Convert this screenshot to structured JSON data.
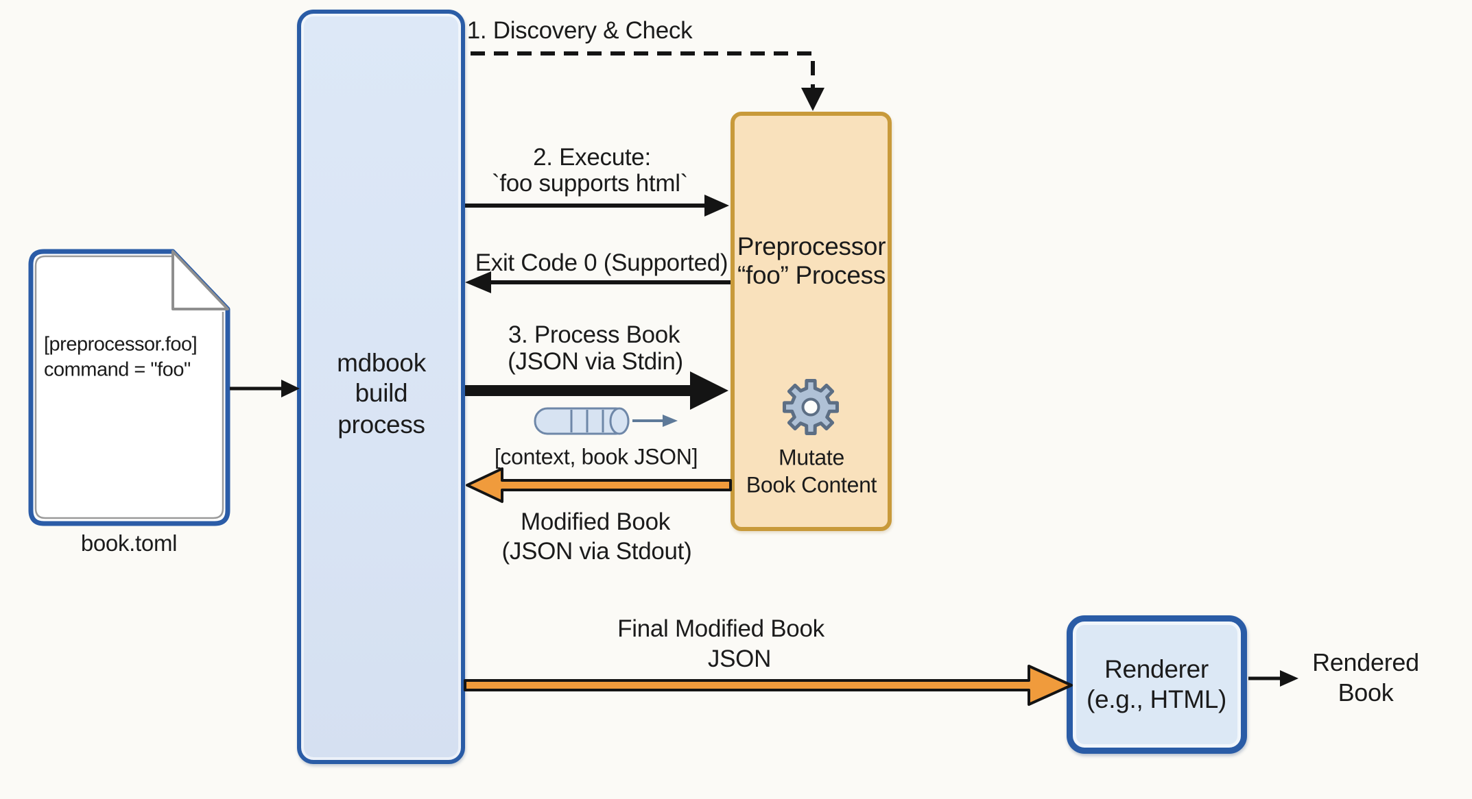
{
  "colors": {
    "blue_border": "#2A5CA6",
    "blue_fill": "#D9E4F4",
    "renderer_fill": "#DCE8F5",
    "peach_fill": "#F9E1BC",
    "peach_border": "#C89A3B",
    "arrow_black": "#141414",
    "arrow_orange": "#F09B3C",
    "gear_fill": "#AFC1D6",
    "gear_stroke": "#5C6E84",
    "pill_fill": "#D7E3F2",
    "pill_stroke": "#6E87A8",
    "doc_border": "#2B5CA7",
    "doc_fold": "#8F8F8F"
  },
  "book_toml": {
    "code_lines": [
      "[preprocessor.foo]",
      "command = \"foo\""
    ],
    "label": "book.toml"
  },
  "mdbook_box": {
    "lines": [
      "mdbook",
      "build",
      "process"
    ]
  },
  "preprocessor_box": {
    "title_lines": [
      "Preprocessor",
      "“foo” Process"
    ],
    "mutate_lines": [
      "Mutate",
      "Book Content"
    ]
  },
  "renderer_box": {
    "lines": [
      "Renderer",
      "(e.g., HTML)"
    ]
  },
  "rendered_book": {
    "lines": [
      "Rendered",
      "Book"
    ]
  },
  "flows": {
    "discovery": {
      "label": "1. Discovery & Check"
    },
    "execute": {
      "lines": [
        "2. Execute:",
        "`foo supports html`"
      ]
    },
    "exit_code": {
      "label": "Exit Code 0 (Supported)"
    },
    "process_book": {
      "lines": [
        "3. Process Book",
        "(JSON via Stdin)"
      ]
    },
    "stdin_payload": {
      "label": "[context, book JSON]"
    },
    "modified_book": {
      "lines": [
        "Modified Book",
        "(JSON via Stdout)"
      ]
    },
    "final_book": {
      "lines": [
        "Final Modified Book",
        "JSON"
      ]
    }
  }
}
